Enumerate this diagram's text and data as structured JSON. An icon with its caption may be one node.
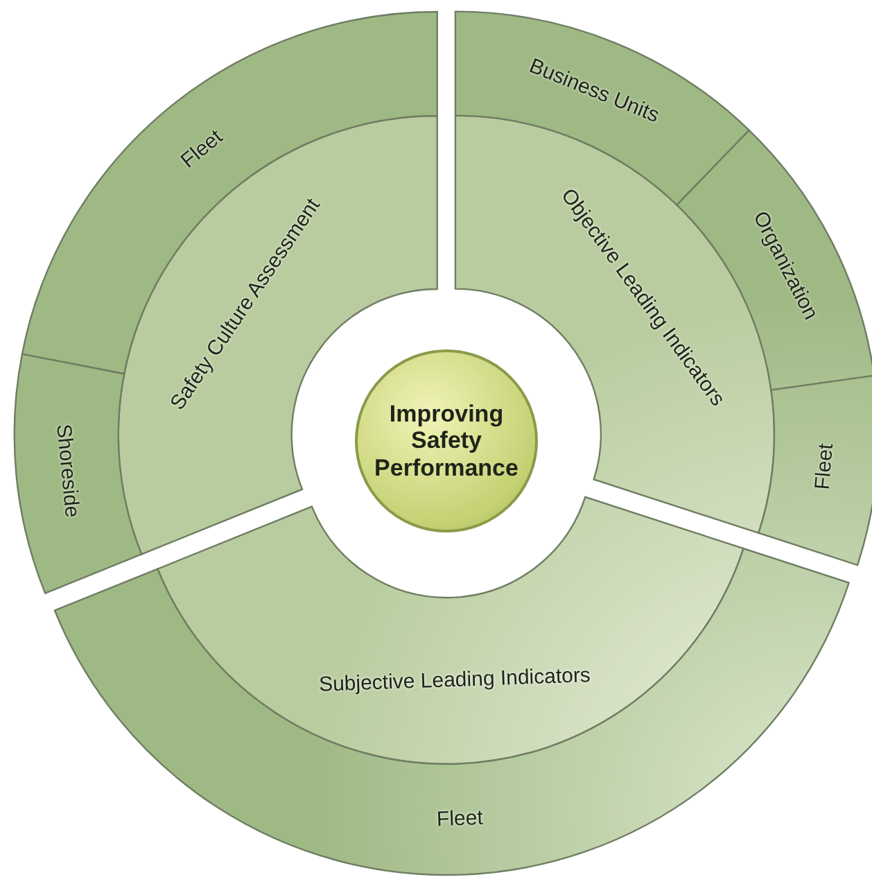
{
  "diagram": {
    "nodes": [
      {
        "text": [
          "Improving Safety Performance"
        ]
      },
      {
        "text": [
          "Safety Culture Assessment"
        ]
      },
      {
        "text": [
          "Fleet"
        ]
      },
      {
        "text": [
          "Shoreside"
        ]
      },
      {
        "text": [
          "Objective Leading Indicators"
        ]
      },
      {
        "text": [
          "Business Units"
        ]
      },
      {
        "text": [
          "Organization"
        ]
      },
      {
        "text": [
          "Fleet"
        ]
      },
      {
        "text": [
          "Subjective Leading Indicators"
        ]
      },
      {
        "text": [
          "Fleet"
        ]
      }
    ]
  }
}
